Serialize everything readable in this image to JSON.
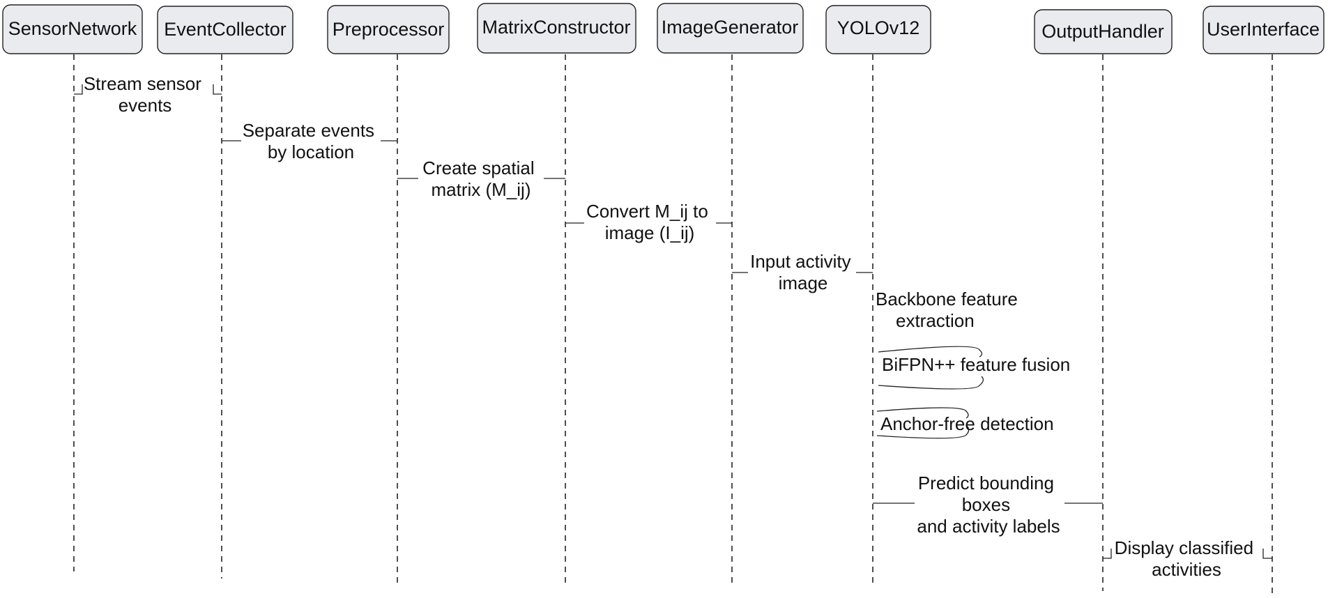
{
  "participants": [
    {
      "id": "sensor",
      "label": "SensorNetwork"
    },
    {
      "id": "collector",
      "label": "EventCollector"
    },
    {
      "id": "pre",
      "label": "Preprocessor"
    },
    {
      "id": "matrix",
      "label": "MatrixConstructor"
    },
    {
      "id": "imggen",
      "label": "ImageGenerator"
    },
    {
      "id": "yolo",
      "label": "YOLOv12"
    },
    {
      "id": "output",
      "label": "OutputHandler"
    },
    {
      "id": "ui",
      "label": "UserInterface"
    }
  ],
  "messages": [
    {
      "from": "sensor",
      "to": "collector",
      "lines": [
        "Stream sensor",
        "events"
      ]
    },
    {
      "from": "collector",
      "to": "pre",
      "lines": [
        "Separate events",
        "by location"
      ]
    },
    {
      "from": "pre",
      "to": "matrix",
      "lines": [
        "Create spatial",
        "matrix (M_ij)"
      ]
    },
    {
      "from": "matrix",
      "to": "imggen",
      "lines": [
        "Convert M_ij to",
        "image (I_ij)"
      ]
    },
    {
      "from": "imggen",
      "to": "yolo",
      "lines": [
        "Input activity",
        "image"
      ]
    },
    {
      "from": "yolo",
      "to": "yolo",
      "lines": [
        "Backbone feature",
        "extraction"
      ]
    },
    {
      "from": "yolo",
      "to": "yolo",
      "lines": [
        "BiFPN++ feature fusion"
      ]
    },
    {
      "from": "yolo",
      "to": "yolo",
      "lines": [
        "Anchor-free detection"
      ]
    },
    {
      "from": "yolo",
      "to": "output",
      "lines": [
        "Predict bounding",
        "boxes",
        "and activity labels"
      ]
    },
    {
      "from": "output",
      "to": "ui",
      "lines": [
        "Display classified",
        "activities"
      ]
    }
  ]
}
